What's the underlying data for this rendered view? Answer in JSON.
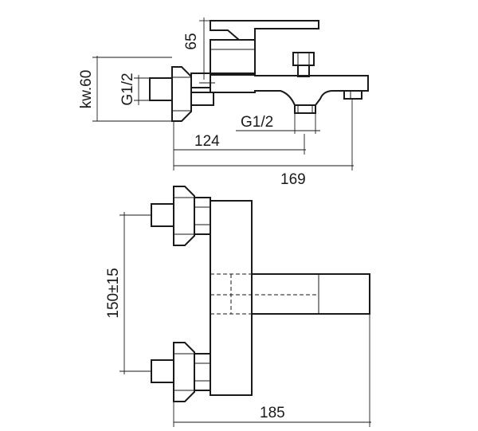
{
  "dimensions": {
    "height_65": "65",
    "wrench_60": "kw.60",
    "thread_inlet": "G1/2",
    "thread_outlet": "G1/2",
    "length_124": "124",
    "length_169": "169",
    "centers_150": "150±15",
    "width_185": "185"
  }
}
